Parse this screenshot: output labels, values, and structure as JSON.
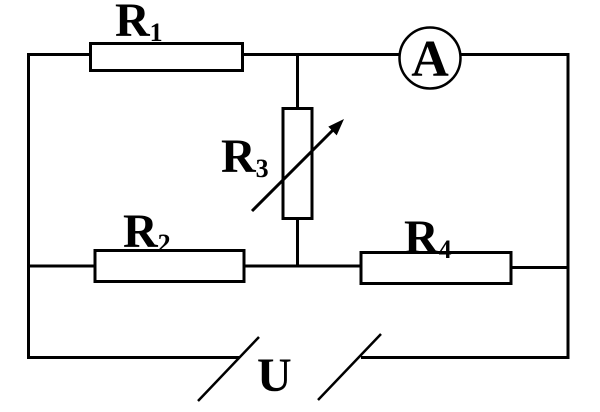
{
  "figure": {
    "type": "circuit-diagram",
    "background_color": "#ffffff",
    "line_color": "#000000",
    "components": {
      "r1": {
        "kind": "resistor",
        "label": "R",
        "subscript": "1"
      },
      "r2": {
        "kind": "resistor",
        "label": "R",
        "subscript": "2"
      },
      "r3": {
        "kind": "variable-resistor",
        "label": "R",
        "subscript": "3"
      },
      "r4": {
        "kind": "resistor",
        "label": "R",
        "subscript": "4"
      },
      "ammeter": {
        "kind": "ammeter",
        "label": "A"
      },
      "source": {
        "kind": "voltage-source",
        "label": "U"
      }
    }
  }
}
